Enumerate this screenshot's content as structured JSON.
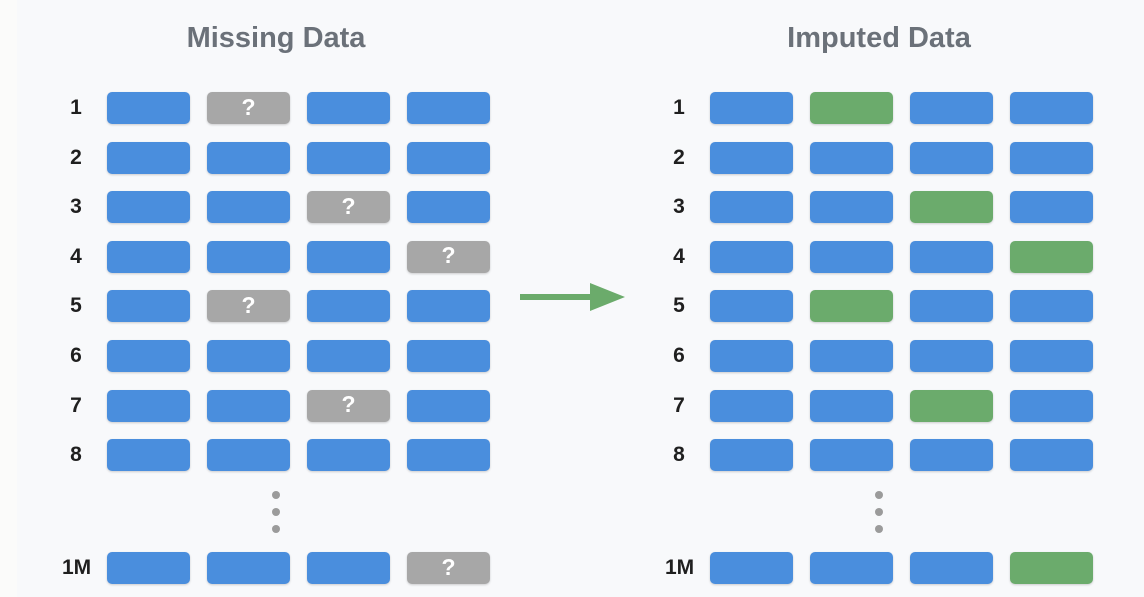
{
  "colors": {
    "background": "#f8f9fb",
    "block_blue": "#4a8edd",
    "block_missing_gray": "#a7a7a7",
    "block_imputed_green": "#6bab6c",
    "arrow_green": "#6bab6b",
    "title_gray": "#6b7179",
    "row_label_dark": "#1f1f1f",
    "dots_gray": "#9b9b9b"
  },
  "markers": {
    "missing": "?"
  },
  "panels": [
    {
      "title": "Missing Data",
      "rows": [
        {
          "label": "1",
          "cells": [
            "blue",
            "missing",
            "blue",
            "blue"
          ]
        },
        {
          "label": "2",
          "cells": [
            "blue",
            "blue",
            "blue",
            "blue"
          ]
        },
        {
          "label": "3",
          "cells": [
            "blue",
            "blue",
            "missing",
            "blue"
          ]
        },
        {
          "label": "4",
          "cells": [
            "blue",
            "blue",
            "blue",
            "missing"
          ]
        },
        {
          "label": "5",
          "cells": [
            "blue",
            "missing",
            "blue",
            "blue"
          ]
        },
        {
          "label": "6",
          "cells": [
            "blue",
            "blue",
            "blue",
            "blue"
          ]
        },
        {
          "label": "7",
          "cells": [
            "blue",
            "blue",
            "missing",
            "blue"
          ]
        },
        {
          "label": "8",
          "cells": [
            "blue",
            "blue",
            "blue",
            "blue"
          ]
        }
      ],
      "has_ellipsis": true,
      "final_row": {
        "label": "1M",
        "cells": [
          "blue",
          "blue",
          "blue",
          "missing"
        ]
      }
    },
    {
      "title": "Imputed Data",
      "rows": [
        {
          "label": "1",
          "cells": [
            "blue",
            "imputed",
            "blue",
            "blue"
          ]
        },
        {
          "label": "2",
          "cells": [
            "blue",
            "blue",
            "blue",
            "blue"
          ]
        },
        {
          "label": "3",
          "cells": [
            "blue",
            "blue",
            "imputed",
            "blue"
          ]
        },
        {
          "label": "4",
          "cells": [
            "blue",
            "blue",
            "blue",
            "imputed"
          ]
        },
        {
          "label": "5",
          "cells": [
            "blue",
            "imputed",
            "blue",
            "blue"
          ]
        },
        {
          "label": "6",
          "cells": [
            "blue",
            "blue",
            "blue",
            "blue"
          ]
        },
        {
          "label": "7",
          "cells": [
            "blue",
            "blue",
            "imputed",
            "blue"
          ]
        },
        {
          "label": "8",
          "cells": [
            "blue",
            "blue",
            "blue",
            "blue"
          ]
        }
      ],
      "has_ellipsis": true,
      "final_row": {
        "label": "1M",
        "cells": [
          "blue",
          "blue",
          "blue",
          "imputed"
        ]
      }
    }
  ],
  "arrow": {
    "direction": "right"
  }
}
